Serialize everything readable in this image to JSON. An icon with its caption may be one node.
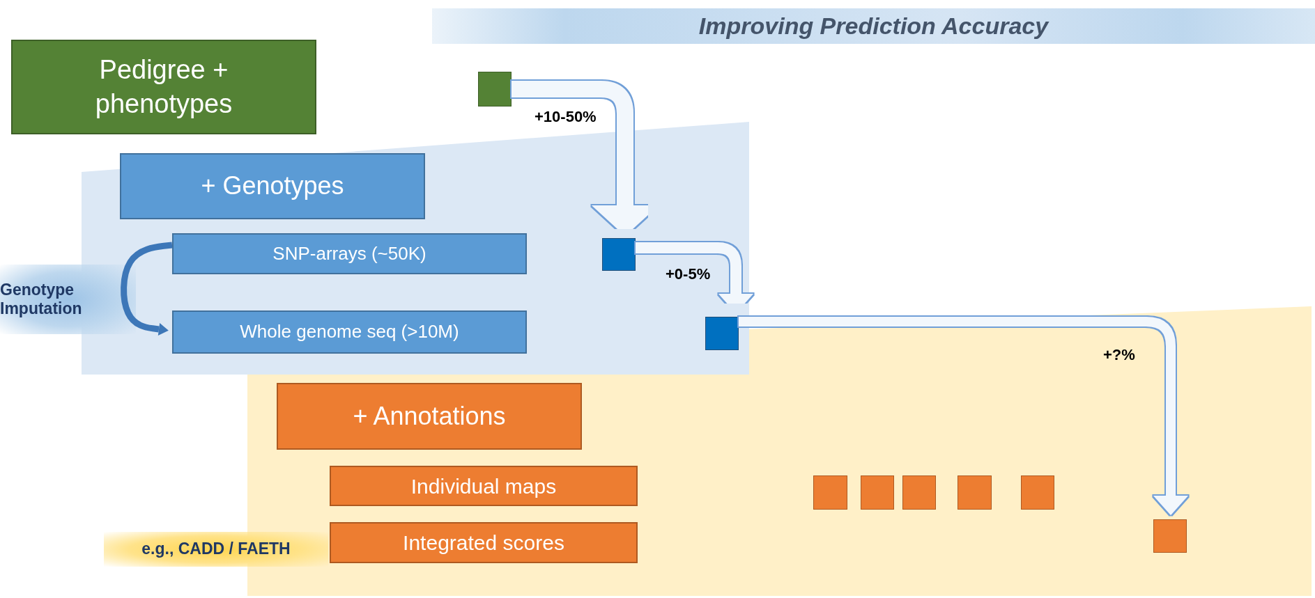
{
  "diagram": {
    "title": "Improving Prediction Accuracy",
    "nodes": [
      {
        "text": [
          "Pedigree + phenotypes"
        ]
      },
      {
        "text": [],
        "shape": "box"
      },
      {
        "text": [],
        "shape": "band"
      },
      {
        "text": [
          "+ Genotypes"
        ],
        "in": 2
      },
      {
        "text": [
          "SNP-arrays (~50K)"
        ],
        "in": 2
      },
      {
        "text": [
          "Whole genome seq (>10M)"
        ],
        "in": 2
      },
      {
        "text": [],
        "shape": "box",
        "in": 2
      },
      {
        "text": [],
        "shape": "box"
      },
      {
        "text": [],
        "shape": "band"
      },
      {
        "text": [
          "+ Annotations"
        ],
        "in": 8
      },
      {
        "text": [
          "Individual maps"
        ],
        "in": 8
      },
      {
        "text": [
          "Integrated scores"
        ],
        "in": 8,
        "beside": [
          "e.g., CADD / FAETH"
        ]
      },
      {
        "text": [],
        "shape": "box",
        "in": 8
      },
      {
        "text": [],
        "shape": "box",
        "in": 8
      },
      {
        "text": [],
        "shape": "box",
        "in": 8
      },
      {
        "text": [],
        "shape": "box",
        "in": 8
      },
      {
        "text": [],
        "shape": "box",
        "in": 8
      },
      {
        "text": [],
        "shape": "box",
        "in": 8
      }
    ],
    "edges": [
      {
        "from": 1,
        "to": 6,
        "arrow": "to",
        "label": "+10-50%"
      },
      {
        "from": 6,
        "to": 7,
        "arrow": "to",
        "label": "+0-5%"
      },
      {
        "from": 7,
        "to": 17,
        "arrow": "to",
        "label": "+?%"
      },
      {
        "from": 16,
        "to": null,
        "arrow": "to"
      },
      {
        "from": 4,
        "to": 5,
        "arrow": "to",
        "label": "Genotype Imputation",
        "color": "#3d77b8"
      }
    ]
  }
}
